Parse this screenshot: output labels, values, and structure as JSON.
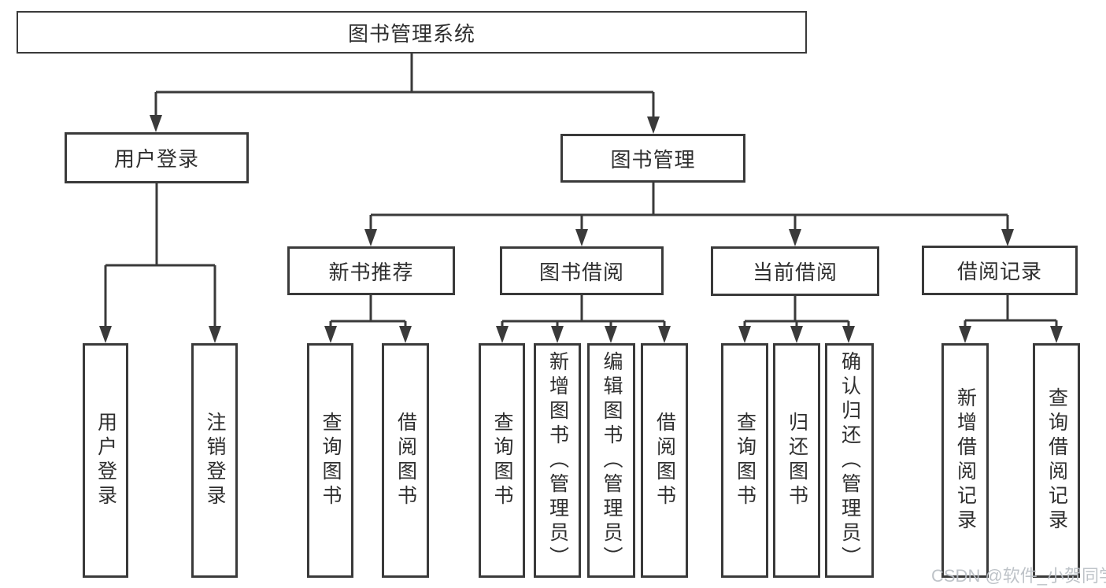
{
  "colors": {
    "background": "#ffffff",
    "line": "#3a3a3a",
    "box-border": "#3a3a3a",
    "box-fill": "#ffffff",
    "text": "#2f2f2f",
    "watermark": "#b9bec4"
  },
  "diagram": {
    "type": "hierarchy-tree",
    "root": {
      "label": "图书管理系统"
    },
    "branches": [
      {
        "label": "用户登录",
        "children": [
          {
            "label": "用户登录"
          },
          {
            "label": "注销登录"
          }
        ]
      },
      {
        "label": "图书管理",
        "children": [
          {
            "label": "新书推荐",
            "children": [
              {
                "label": "查询图书"
              },
              {
                "label": "借阅图书"
              }
            ]
          },
          {
            "label": "图书借阅",
            "children": [
              {
                "label": "查询图书"
              },
              {
                "label": "新增图书（管理员）"
              },
              {
                "label": "编辑图书（管理员）"
              },
              {
                "label": "借阅图书"
              }
            ]
          },
          {
            "label": "当前借阅",
            "children": [
              {
                "label": "查询图书"
              },
              {
                "label": "归还图书"
              },
              {
                "label": "确认归还（管理员）"
              }
            ]
          },
          {
            "label": "借阅记录",
            "children": [
              {
                "label": "新增借阅记录"
              },
              {
                "label": "查询借阅记录"
              }
            ]
          }
        ]
      }
    ]
  },
  "watermark": {
    "text": "CSDN @软件_小贺同学"
  }
}
